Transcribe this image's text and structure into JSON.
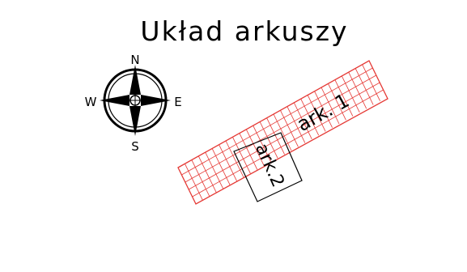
{
  "title": "Układ arkuszy",
  "compass": {
    "north": "N",
    "south": "S",
    "east": "E",
    "west": "W",
    "icon": "compass-rose-icon"
  },
  "sheets": [
    {
      "label": "ark. 1",
      "style": "hatched-grid",
      "color": "#e53935"
    },
    {
      "label": "ark.2",
      "style": "outline",
      "color": "#000000"
    }
  ]
}
